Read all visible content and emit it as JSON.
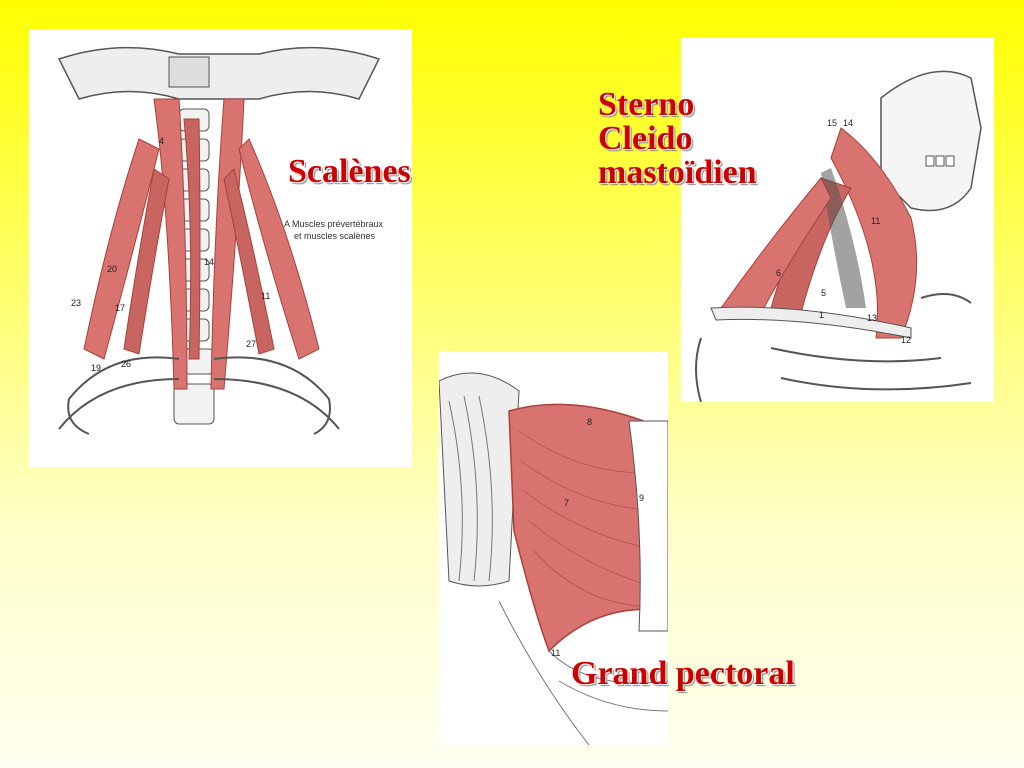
{
  "labels": {
    "scalenes": "Scalènes",
    "scm": [
      "Sterno",
      "Cleido",
      "mastoïdien"
    ],
    "pectoral": "Grand pectoral"
  },
  "figure_scalenes": {
    "caption_line1": "A  Muscles prévertébraux",
    "caption_line2": "et muscles scalènes",
    "numbers": [
      "4",
      "20",
      "23",
      "17",
      "19",
      "26",
      "14",
      "11",
      "27"
    ]
  },
  "figure_scm": {
    "numbers": [
      "15",
      "14",
      "6",
      "5",
      "1",
      "13",
      "12",
      "11"
    ]
  },
  "figure_pectoral": {
    "numbers": [
      "8",
      "9",
      "7",
      "11"
    ]
  },
  "colors": {
    "label_text": "#cc0000",
    "muscle": "#d9736f",
    "muscle_dark": "#a8403c",
    "bone_line": "#555555"
  }
}
